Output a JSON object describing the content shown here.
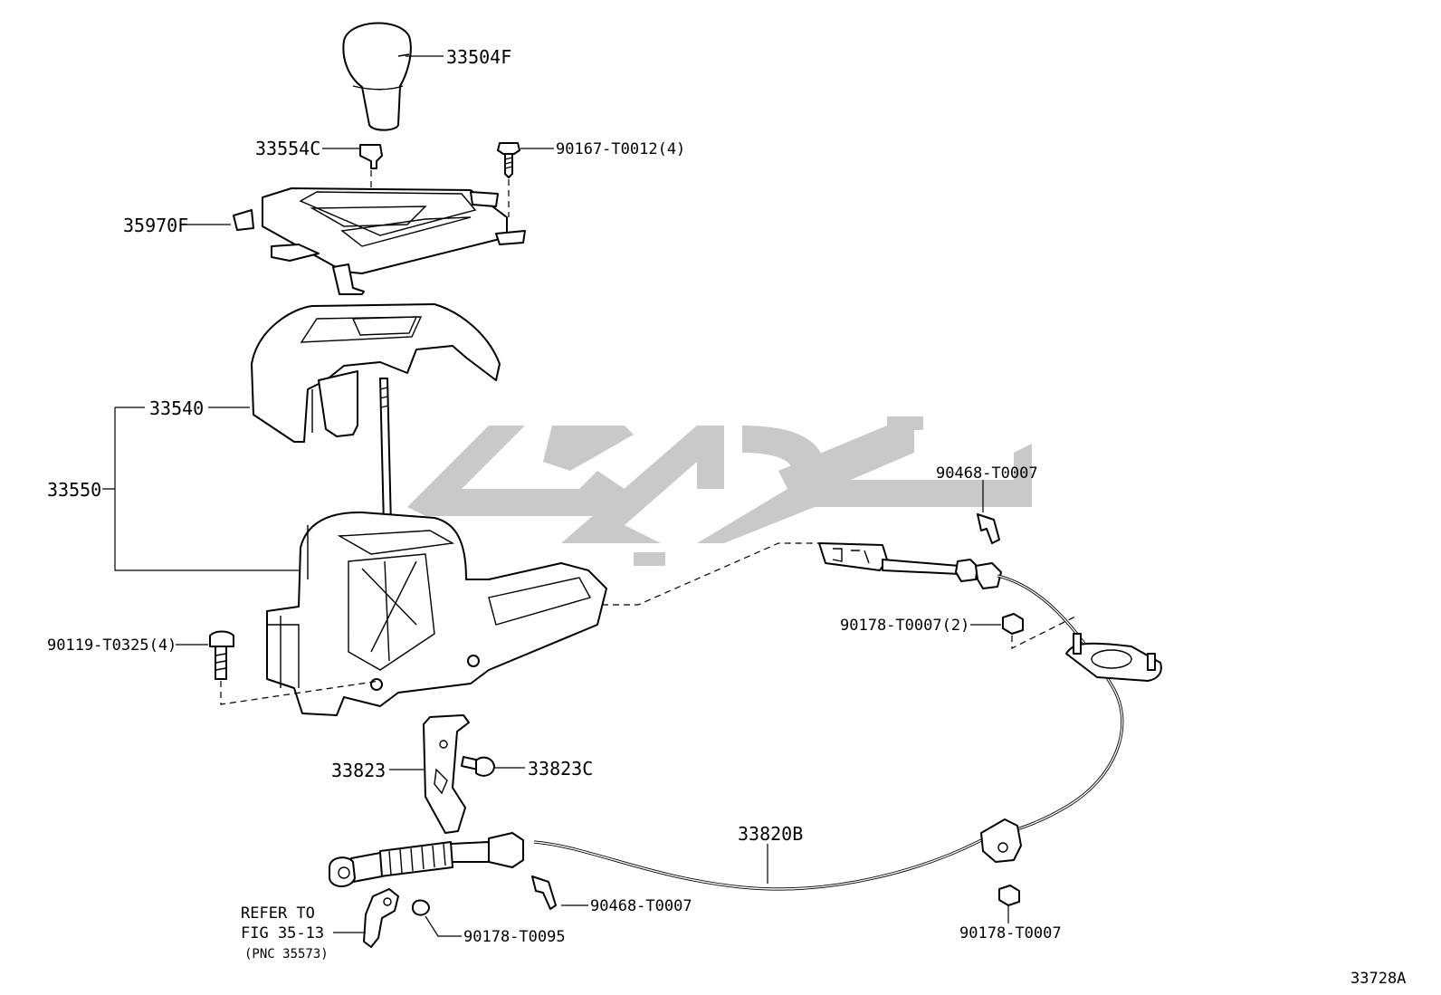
{
  "diagram": {
    "figure_code": "33728A",
    "watermark_text": "تو پارت",
    "colors": {
      "line": "#000000",
      "watermark": "#c9c9c9",
      "background": "#ffffff"
    },
    "parts": {
      "shift_knob": "33504F",
      "knob_clip": "33554C",
      "knob_screw": "90167-T0012(4)",
      "indicator_panel": "35970F",
      "shift_cover": "33540",
      "shift_lever_assy": "33550",
      "lever_bolt": "90119-T0325(4)",
      "bracket": "33823",
      "bracket_bolt": "33823C",
      "upper_clip": "90468-T0007",
      "retainer_nut_2": "90178-T0007(2)",
      "control_cable": "33820B",
      "lower_clip": "90468-T0007",
      "lower_nut": "90178-T0095",
      "cable_clamp_nut": "90178-T0007"
    },
    "refer_note": {
      "line1": "REFER TO",
      "line2": "FIG 35-13",
      "line3": "(PNC 35573)"
    }
  }
}
